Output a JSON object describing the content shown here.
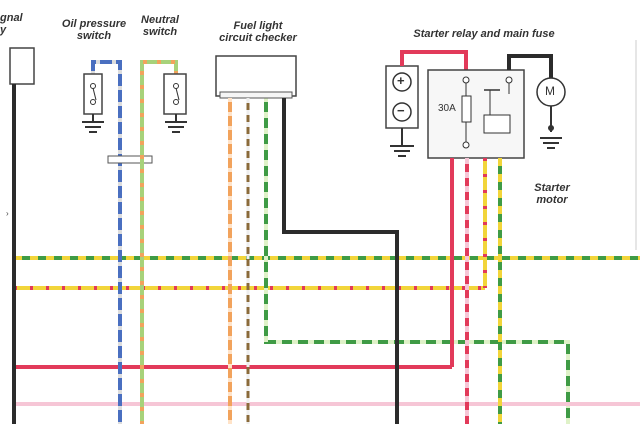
{
  "labels": {
    "turn_signal_partial": "gnal\ny",
    "oil_pressure_switch": "Oil pressure\nswitch",
    "neutral_switch": "Neutral\nswitch",
    "fuel_light_checker": "Fuel light\ncircuit checker",
    "starter_relay": "Starter relay and main fuse",
    "fuse_rating": "30A",
    "starter_motor": "Starter\nmotor",
    "motor_symbol": "M",
    "battery_plus": "+",
    "battery_minus": "−"
  },
  "wire_colors": {
    "blue": "#4a6fc0",
    "green": "#3f9b45",
    "yellow": "#f2d53a",
    "orange": "#f2a35c",
    "red": "#e23a5a",
    "pink": "#f2b3c8",
    "black": "#2b2b2b",
    "light_green": "#a7d27a",
    "brown": "#8a6a3a"
  }
}
